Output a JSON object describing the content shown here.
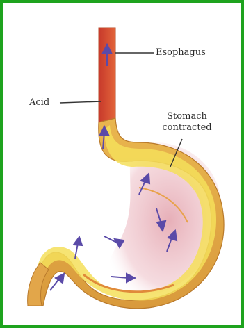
{
  "labels": {
    "esophagus": "Esophagus",
    "acid": "Acid",
    "stomach_line1": "Stomach",
    "stomach_line2": "contracted"
  },
  "colors": {
    "border": "#1ea31e",
    "esophagus_outer": "#d9412a",
    "esophagus_inner": "#e87d3a",
    "stomach_wall": "#e8b54a",
    "stomach_lining": "#f4df5a",
    "stomach_glow": "#e4a6b0",
    "arrow": "#5a4aa8",
    "leader_line": "#333333"
  }
}
